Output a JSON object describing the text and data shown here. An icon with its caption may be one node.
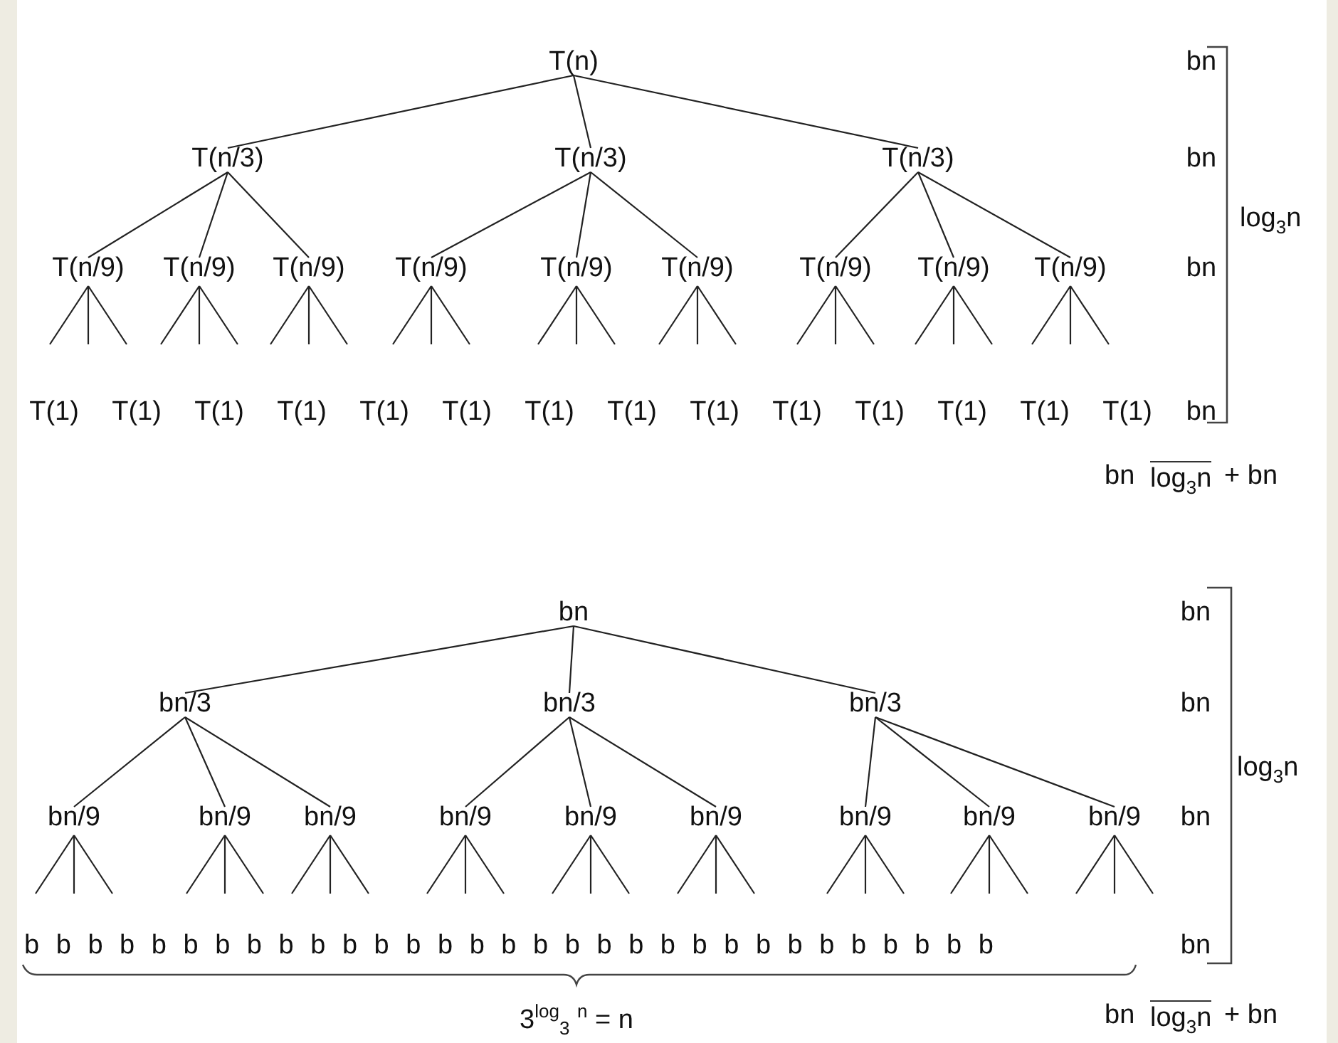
{
  "diagram": {
    "nodes": [
      {
        "text": [
          "T(n)"
        ]
      },
      {
        "text": [
          "T(n/3)"
        ]
      },
      {
        "text": [
          "T(n/3)"
        ]
      },
      {
        "text": [
          "T(n/3)"
        ]
      },
      {
        "text": [
          "T(n/9)"
        ]
      },
      {
        "text": [
          "T(n/9)"
        ]
      },
      {
        "text": [
          "T(n/9)"
        ]
      },
      {
        "text": [
          "T(n/9)"
        ]
      },
      {
        "text": [
          "T(n/9)"
        ]
      },
      {
        "text": [
          "T(n/9)"
        ]
      },
      {
        "text": [
          "T(n/9)"
        ]
      },
      {
        "text": [
          "T(n/9)"
        ]
      },
      {
        "text": [
          "T(n/9)"
        ]
      },
      {
        "text": [
          "bn"
        ]
      },
      {
        "text": [
          "bn/3"
        ]
      },
      {
        "text": [
          "bn/3"
        ]
      },
      {
        "text": [
          "bn/3"
        ]
      },
      {
        "text": [
          "bn/9"
        ]
      },
      {
        "text": [
          "bn/9"
        ]
      },
      {
        "text": [
          "bn/9"
        ]
      },
      {
        "text": [
          "bn/9"
        ]
      },
      {
        "text": [
          "bn/9"
        ]
      },
      {
        "text": [
          "bn/9"
        ]
      },
      {
        "text": [
          "bn/9"
        ]
      },
      {
        "text": [
          "bn/9"
        ]
      },
      {
        "text": [
          "bn/9"
        ]
      }
    ],
    "edges": [
      {
        "from": 0,
        "to": 1,
        "arrow": "none"
      },
      {
        "from": 0,
        "to": 2,
        "arrow": "none"
      },
      {
        "from": 0,
        "to": 3,
        "arrow": "none"
      },
      {
        "from": 1,
        "to": 4,
        "arrow": "none"
      },
      {
        "from": 1,
        "to": 5,
        "arrow": "none"
      },
      {
        "from": 1,
        "to": 6,
        "arrow": "none"
      },
      {
        "from": 2,
        "to": 7,
        "arrow": "none"
      },
      {
        "from": 2,
        "to": 8,
        "arrow": "none"
      },
      {
        "from": 2,
        "to": 9,
        "arrow": "none"
      },
      {
        "from": 3,
        "to": 10,
        "arrow": "none"
      },
      {
        "from": 3,
        "to": 11,
        "arrow": "none"
      },
      {
        "from": 3,
        "to": 12,
        "arrow": "none"
      },
      {
        "from": 4,
        "to": null,
        "arrow": "none"
      },
      {
        "from": 4,
        "to": null,
        "arrow": "none"
      },
      {
        "from": 4,
        "to": null,
        "arrow": "none"
      },
      {
        "from": 5,
        "to": null,
        "arrow": "none"
      },
      {
        "from": 5,
        "to": null,
        "arrow": "none"
      },
      {
        "from": 5,
        "to": null,
        "arrow": "none"
      },
      {
        "from": 6,
        "to": null,
        "arrow": "none"
      },
      {
        "from": 6,
        "to": null,
        "arrow": "none"
      },
      {
        "from": 6,
        "to": null,
        "arrow": "none"
      },
      {
        "from": 7,
        "to": null,
        "arrow": "none"
      },
      {
        "from": 7,
        "to": null,
        "arrow": "none"
      },
      {
        "from": 7,
        "to": null,
        "arrow": "none"
      },
      {
        "from": 8,
        "to": null,
        "arrow": "none"
      },
      {
        "from": 8,
        "to": null,
        "arrow": "none"
      },
      {
        "from": 8,
        "to": null,
        "arrow": "none"
      },
      {
        "from": 9,
        "to": null,
        "arrow": "none"
      },
      {
        "from": 9,
        "to": null,
        "arrow": "none"
      },
      {
        "from": 9,
        "to": null,
        "arrow": "none"
      },
      {
        "from": 10,
        "to": null,
        "arrow": "none"
      },
      {
        "from": 10,
        "to": null,
        "arrow": "none"
      },
      {
        "from": 10,
        "to": null,
        "arrow": "none"
      },
      {
        "from": 11,
        "to": null,
        "arrow": "none"
      },
      {
        "from": 11,
        "to": null,
        "arrow": "none"
      },
      {
        "from": 11,
        "to": null,
        "arrow": "none"
      },
      {
        "from": 12,
        "to": null,
        "arrow": "none"
      },
      {
        "from": 12,
        "to": null,
        "arrow": "none"
      },
      {
        "from": 12,
        "to": null,
        "arrow": "none"
      },
      {
        "from": 13,
        "to": 14,
        "arrow": "none"
      },
      {
        "from": 13,
        "to": 15,
        "arrow": "none"
      },
      {
        "from": 13,
        "to": 16,
        "arrow": "none"
      },
      {
        "from": 14,
        "to": 17,
        "arrow": "none"
      },
      {
        "from": 14,
        "to": 18,
        "arrow": "none"
      },
      {
        "from": 14,
        "to": 19,
        "arrow": "none"
      },
      {
        "from": 15,
        "to": 20,
        "arrow": "none"
      },
      {
        "from": 15,
        "to": 21,
        "arrow": "none"
      },
      {
        "from": 15,
        "to": 22,
        "arrow": "none"
      },
      {
        "from": 16,
        "to": 23,
        "arrow": "none"
      },
      {
        "from": 16,
        "to": 24,
        "arrow": "none"
      },
      {
        "from": 16,
        "to": 25,
        "arrow": "none"
      },
      {
        "from": 17,
        "to": null,
        "arrow": "none"
      },
      {
        "from": 17,
        "to": null,
        "arrow": "none"
      },
      {
        "from": 17,
        "to": null,
        "arrow": "none"
      },
      {
        "from": 18,
        "to": null,
        "arrow": "none"
      },
      {
        "from": 18,
        "to": null,
        "arrow": "none"
      },
      {
        "from": 18,
        "to": null,
        "arrow": "none"
      },
      {
        "from": 19,
        "to": null,
        "arrow": "none"
      },
      {
        "from": 19,
        "to": null,
        "arrow": "none"
      },
      {
        "from": 19,
        "to": null,
        "arrow": "none"
      },
      {
        "from": 20,
        "to": null,
        "arrow": "none"
      },
      {
        "from": 20,
        "to": null,
        "arrow": "none"
      },
      {
        "from": 20,
        "to": null,
        "arrow": "none"
      },
      {
        "from": 21,
        "to": null,
        "arrow": "none"
      },
      {
        "from": 21,
        "to": null,
        "arrow": "none"
      },
      {
        "from": 21,
        "to": null,
        "arrow": "none"
      },
      {
        "from": 22,
        "to": null,
        "arrow": "none"
      },
      {
        "from": 22,
        "to": null,
        "arrow": "none"
      },
      {
        "from": 22,
        "to": null,
        "arrow": "none"
      },
      {
        "from": 23,
        "to": null,
        "arrow": "none"
      },
      {
        "from": 23,
        "to": null,
        "arrow": "none"
      },
      {
        "from": 23,
        "to": null,
        "arrow": "none"
      },
      {
        "from": 24,
        "to": null,
        "arrow": "none"
      },
      {
        "from": 24,
        "to": null,
        "arrow": "none"
      },
      {
        "from": 24,
        "to": null,
        "arrow": "none"
      },
      {
        "from": 25,
        "to": null,
        "arrow": "none"
      },
      {
        "from": 25,
        "to": null,
        "arrow": "none"
      },
      {
        "from": 25,
        "to": null,
        "arrow": "none"
      }
    ],
    "labels": [
      "T(1)",
      "T(1)",
      "T(1)",
      "T(1)",
      "T(1)",
      "T(1)",
      "T(1)",
      "T(1)",
      "T(1)",
      "T(1)",
      "T(1)",
      "T(1)",
      "T(1)",
      "T(1)",
      "bn",
      "bn",
      "bn",
      "bn",
      "log$_{3}$n",
      "bn",
      "log$_{3}$n",
      "+ bn",
      "b b b b b b b b b b b b b b b b b b b b b b b b b b b b b b b",
      "bn",
      "bn",
      "bn",
      "bn",
      "log$_{3}$n",
      "3$^{log}$$_{3}$ $^{n}$ = n",
      "bn",
      "log$_{3}$n",
      "+ bn"
    ]
  }
}
